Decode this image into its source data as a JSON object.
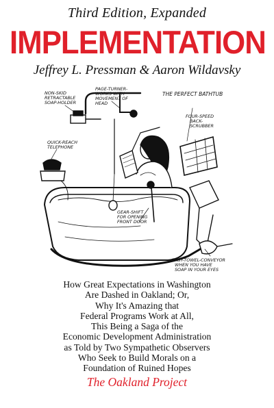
{
  "cover": {
    "edition": "Third Edition, Expanded",
    "title": "IMPLEMENTATION",
    "authors": "Jeffrey L. Pressman & Aaron Wildavsky",
    "subtitle_lines": [
      "How Great Expectations in Washington",
      "Are Dashed in Oakland; Or,",
      "Why It's Amazing that",
      "Federal Programs Work at All,",
      "This Being a Saga of the",
      "Economic Development Administration",
      "as Told by Two Sympathetic Observers",
      "Who Seek to Build Morals on a",
      "Foundation of Ruined Hopes"
    ],
    "series": "The Oakland Project"
  },
  "illustration": {
    "caption_title": "THE PERFECT BATHTUB",
    "labels": {
      "soap_holder": [
        "NON-SKID",
        "RETRACTABLE",
        "SOAP-HOLDER"
      ],
      "page_turner": [
        "PAGE-TURNER-",
        "WORKS WITH",
        "MOVEMENT OF",
        "HEAD"
      ],
      "back_scrubber": [
        "FOUR-SPEED",
        "BACK-",
        "SCRUBBER"
      ],
      "telephone": [
        "QUICK-REACH",
        "TELEPHONE"
      ],
      "gear_shift": [
        "GEAR-SHIFT",
        "FOR OPENING",
        "FRONT DOOR"
      ],
      "towel": [
        "EASY-TOWEL-CONVEYOR",
        "WHEN YOU HAVE",
        "SOAP IN YOUR EYES"
      ]
    }
  },
  "colors": {
    "title": "#e0202a",
    "series": "#e0202a",
    "ink": "#111111",
    "background": "#ffffff"
  }
}
